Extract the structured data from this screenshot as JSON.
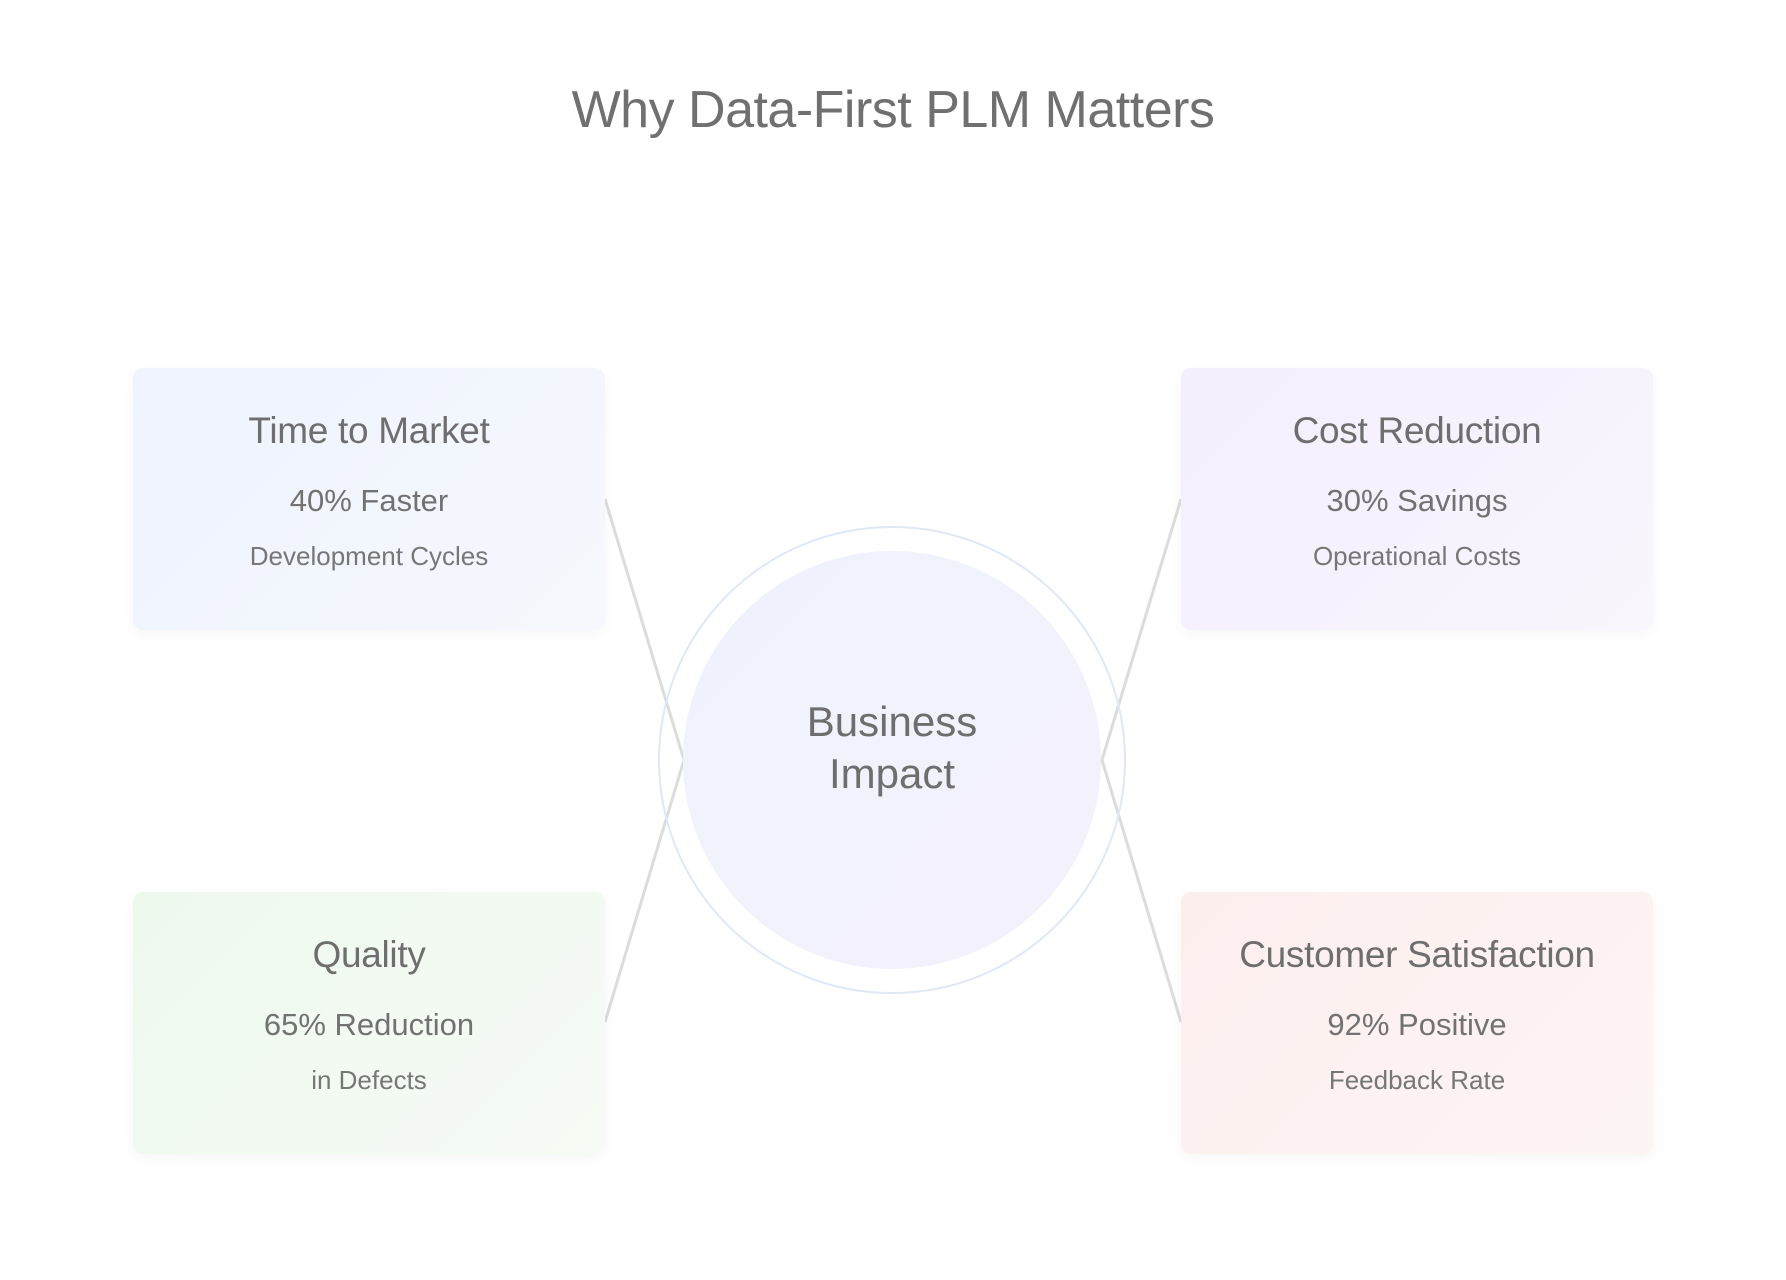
{
  "title": "Why Data-First PLM Matters",
  "hub": {
    "line1": "Business",
    "line2": "Impact"
  },
  "cards": {
    "time_to_market": {
      "title": "Time to Market",
      "metric": "40% Faster",
      "detail": "Development Cycles",
      "color": "#eef3fd"
    },
    "cost_reduction": {
      "title": "Cost Reduction",
      "metric": "30% Savings",
      "detail": "Operational Costs",
      "color": "#f4eefd"
    },
    "quality": {
      "title": "Quality",
      "metric": "65% Reduction",
      "detail": "in Defects",
      "color": "#eef9ee"
    },
    "customer_satisfaction": {
      "title": "Customer Satisfaction",
      "metric": "92% Positive",
      "detail": "Feedback Rate",
      "color": "#fdeeee"
    }
  },
  "colors": {
    "connector": "#dcdcdc",
    "hub_ring": "#dfe8f6",
    "text": "#6f6f6f"
  }
}
